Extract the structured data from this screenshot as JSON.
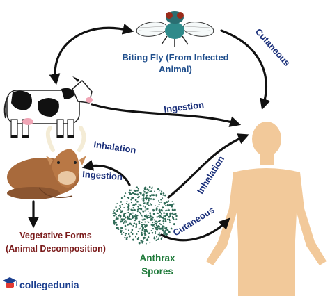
{
  "fly_label": {
    "line1": "Biting Fly (From Infected",
    "line2": "Animal)"
  },
  "routes": {
    "cutaneous_top": "Cutaneous",
    "ingestion_cow": "Ingestion",
    "inhalation_left": "Inhalation",
    "ingestion_left": "Ingestion",
    "inhalation_diag": "Inhalation",
    "cutaneous_bottom": "Cutaneous"
  },
  "vegetative": {
    "line1": "Vegetative Forms",
    "line2": "(Animal Decomposition)"
  },
  "spores": {
    "line1": "Anthrax",
    "line2": "Spores"
  },
  "brand": {
    "name": "collegedunia"
  },
  "colors": {
    "arrow": "#111111",
    "skin": "#f2c99a",
    "ox": "#a86a3c",
    "spore": "#2f6b57",
    "fly_body": "#2f8a8a"
  }
}
